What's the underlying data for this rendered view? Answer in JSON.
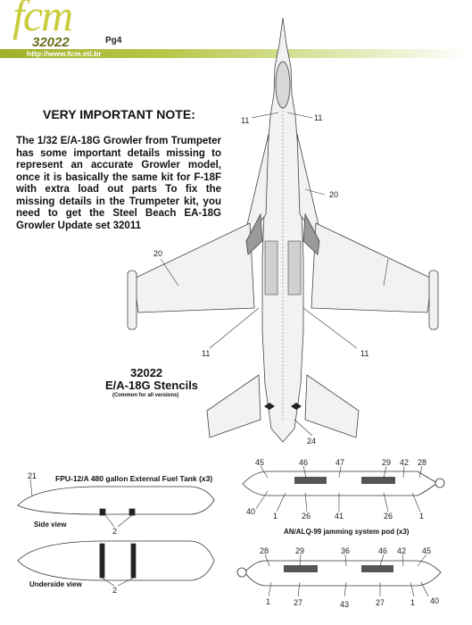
{
  "header": {
    "logo_text": "fcm",
    "logo_number": "32022",
    "page": "Pg4",
    "url": "http://www.fcm.eti.br"
  },
  "note": {
    "title": "VERY IMPORTANT NOTE:",
    "body": "The 1/32 E/A-18G Growler from Trumpeter has some important details missing to represent an accurate Growler model, once it is basically the same kit for F-18F with extra load out parts To fix the missing details in the Trumpeter kit, you need to get the Steel Beach EA-18G Growler Update set 32011"
  },
  "stencils": {
    "code": "32022",
    "title": "E/A-18G Stencils",
    "subtitle": "(Common for all versions)"
  },
  "aircraft_callouts": [
    "11",
    "11",
    "20",
    "20",
    "11",
    "11",
    "24"
  ],
  "fuel_tank": {
    "title": "FPU-12/A 480 gallon External Fuel Tank (x3)",
    "side_view_label": "Side view",
    "underside_view_label": "Underside view",
    "callouts": [
      "21",
      "2",
      "2"
    ]
  },
  "jamming_pod": {
    "title": "AN/ALQ-99 jamming system pod (x3)",
    "top_callouts": [
      "45",
      "46",
      "47",
      "29",
      "42",
      "28"
    ],
    "top_bottom_callouts": [
      "40",
      "1",
      "26",
      "41",
      "26",
      "1"
    ],
    "lower_top_callouts": [
      "28",
      "29",
      "36",
      "46",
      "42",
      "45"
    ],
    "lower_bottom_callouts": [
      "1",
      "27",
      "43",
      "27",
      "1",
      "40"
    ]
  }
}
